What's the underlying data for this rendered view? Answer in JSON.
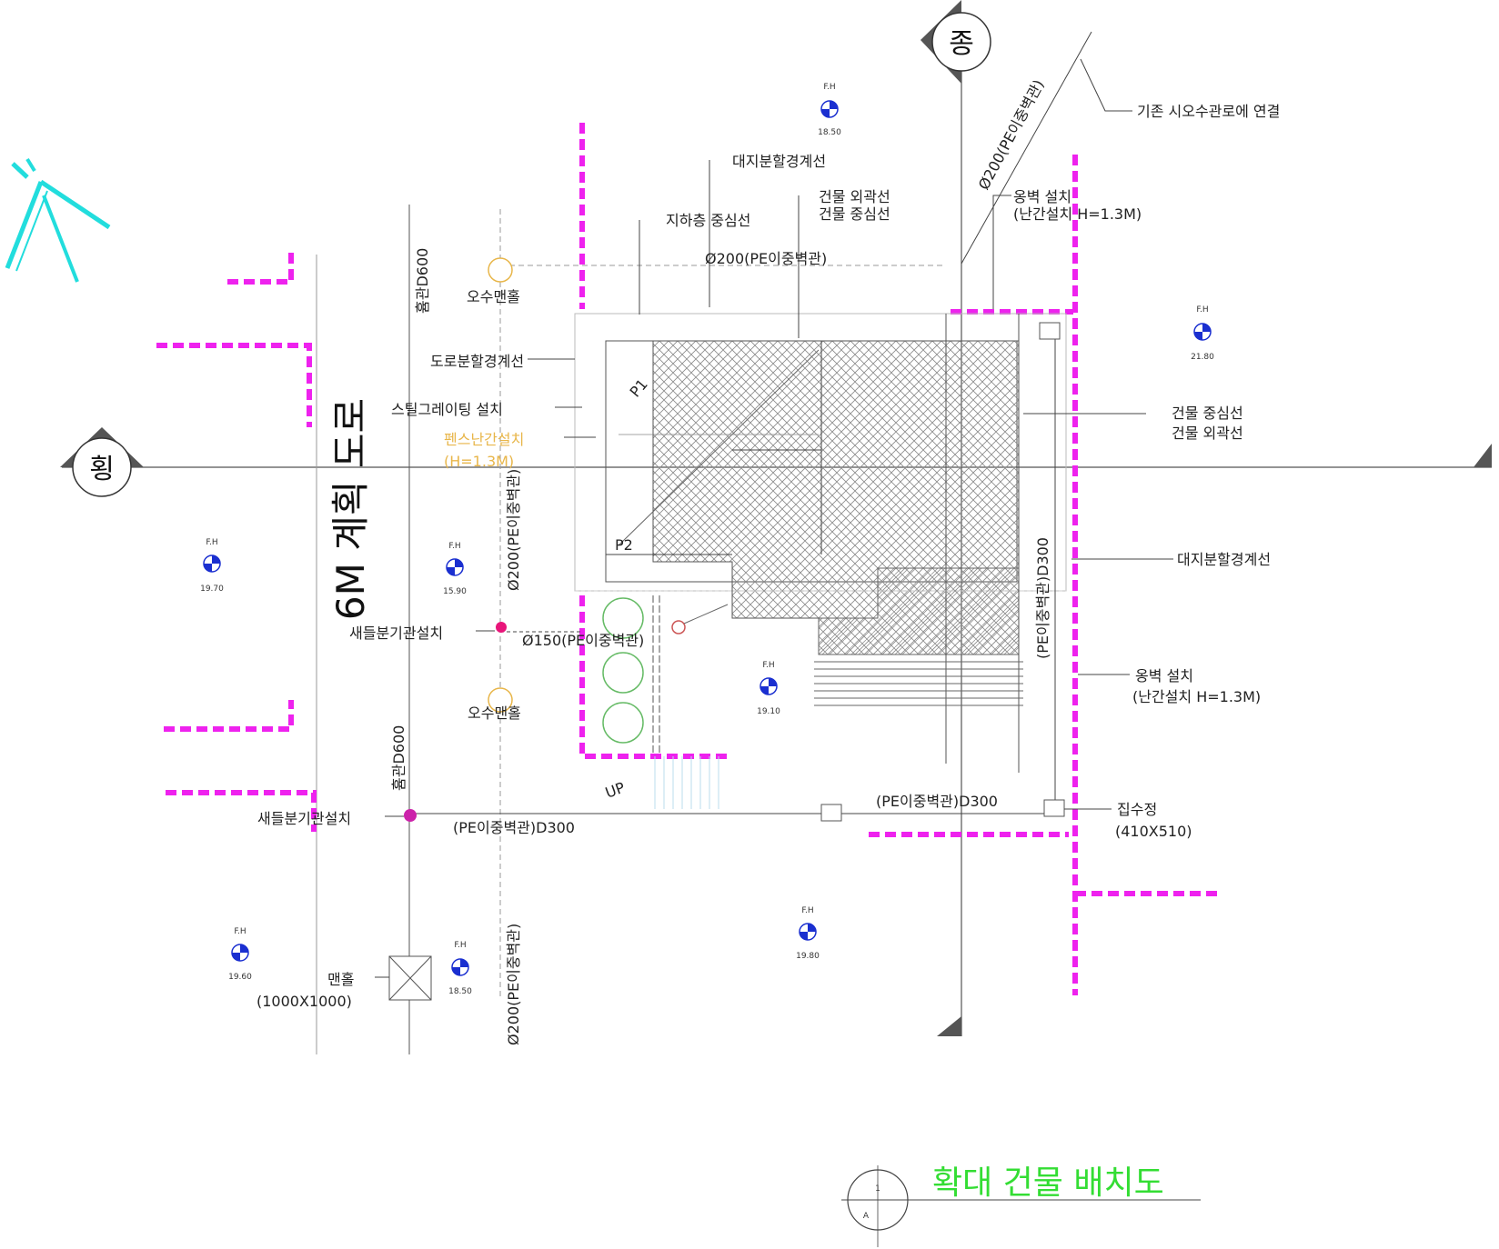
{
  "axes": {
    "horizontal": "횡",
    "vertical": "종"
  },
  "road": {
    "label": "6M 계획 도로"
  },
  "title": {
    "text": "확대 건물 배치도",
    "marker_top": "1",
    "marker_bottom": "A"
  },
  "labels": {
    "existing_sewer": "기존 시오수관로에 연결",
    "lot_boundary_top": "대지분할경계선",
    "basement_center": "지하층 중심선",
    "bldg_outline_top": "건물 외곽선",
    "bldg_center_top": "건물 중심선",
    "pipe_diag": "Ø200(PE이중벽관)",
    "pipe_top": "Ø200(PE이중벽관)",
    "retaining_top_1": "옹벽 설치",
    "retaining_top_2": "(난간설치 H=1.3M)",
    "sewer_manhole_1": "오수맨홀",
    "sewer_manhole_2": "오수맨홀",
    "road_boundary": "도로분할경계선",
    "steel_grating": "스틸그레이팅 설치",
    "guardrail_1": "펜스난간설치",
    "guardrail_2": "(H=1.3M)",
    "pipe_vert_mid": "Ø200(PE이중벽관)",
    "pipe_vert_bottom": "Ø200(PE이중벽관)",
    "pipe_d600_top": "흄관D600",
    "pipe_d600_bottom": "흄관D600",
    "branch_1": "새들분기관설치",
    "branch_2": "새들분기관설치",
    "pipe_150": "Ø150(PE이중벽관)",
    "pipe_d300_bottom": "(PE이중벽관)D300",
    "pipe_d300_right": "(PE이중벽관)D300",
    "pipe_d300_vert": "(PE이중벽관)D300",
    "bldg_center_right": "건물 중심선",
    "bldg_outline_right": "건물 외곽선",
    "lot_boundary_right": "대지분할경계선",
    "retaining_right_1": "옹벽 설치",
    "retaining_right_2": "(난간설치 H=1.3M)",
    "catch_basin_1": "집수정",
    "catch_basin_2": "(410X510)",
    "manhole_1": "맨홀",
    "manhole_2": "(1000X1000)",
    "up": "UP",
    "p1": "P1",
    "p2": "P2"
  },
  "elevations": {
    "fh_label": "F.H",
    "e1": "18.50",
    "e2": "21.80",
    "e3": "19.70",
    "e4": "15.90",
    "e5": "19.10",
    "e6": "19.80",
    "e7": "19.60",
    "e8": "18.50"
  },
  "colors": {
    "boundary": "#ee22ee",
    "line": "#333333",
    "hatch": "#8a8a8a",
    "north": "#22dddd",
    "title": "#33dd33",
    "label_orange": "#e8b64a",
    "fh_blue": "#1a2fd0"
  }
}
